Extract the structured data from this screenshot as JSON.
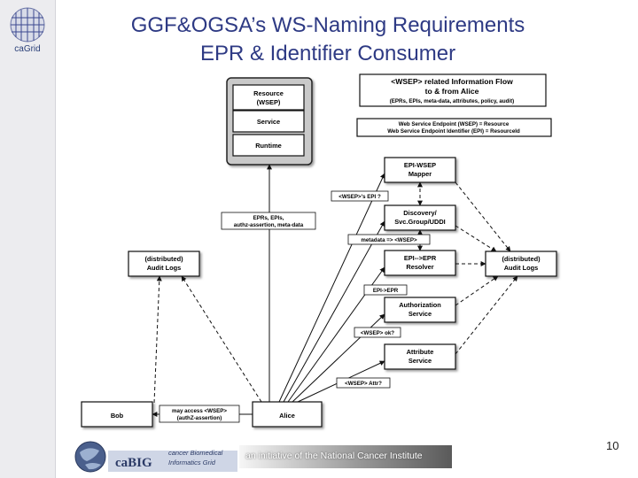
{
  "sidebar": {
    "logo_text": "caGrid"
  },
  "title": {
    "line1": "GGF&OGSA’s WS-Naming Requirements",
    "line2": "EPR & Identifier Consumer"
  },
  "legend": {
    "heading_line1": "<WSEP> related Information Flow",
    "heading_line2": "to & from Alice",
    "subheading": "(EPRs, EPIs, meta-data, attributes, policy, audit)",
    "def_line1": "Web Service Endpoint (WSEP) = Resource",
    "def_line2": "Web Service Endpoint Identifier (EPI) = ResourceId"
  },
  "nodes": {
    "resource_line1": "Resource",
    "resource_line2": "(WSEP)",
    "service": "Service",
    "runtime": "Runtime",
    "epi_mapper_line1": "EPI-WSEP",
    "epi_mapper_line2": "Mapper",
    "discovery_line1": "Discovery/",
    "discovery_line2": "Svc.Group/UDDI",
    "epr_resolver_line1": "EPI-->EPR",
    "epr_resolver_line2": "Resolver",
    "authz_line1": "Authorization",
    "authz_line2": "Service",
    "attr_line1": "Attribute",
    "attr_line2": "Service",
    "audit_left_line1": "(distributed)",
    "audit_left_line2": "Audit Logs",
    "audit_right_line1": "(distributed)",
    "audit_right_line2": "Audit Logs",
    "bob": "Bob",
    "alice": "Alice"
  },
  "labels": {
    "epis_query": "<WSEP>'s EPI ?",
    "eprs_line1": "EPRs, EPIs,",
    "eprs_line2": "authz-assertion, meta-data",
    "metadata": "metadata => <WSEP>",
    "epi_epr": "EPI->EPR",
    "wsep_ok": "<WSEP> ok?",
    "wsep_attr": "<WSEP> Attr?",
    "may_access_line1": "may access <WSEP>",
    "may_access_line2": "(authZ-assertion)"
  },
  "footer": {
    "cabig": "caBIG",
    "cabig_sub_line1": "cancer Biomedical",
    "cabig_sub_line2": "Informatics Grid",
    "initiative": "an initiative of the National Cancer Institute",
    "page_number": "10"
  }
}
